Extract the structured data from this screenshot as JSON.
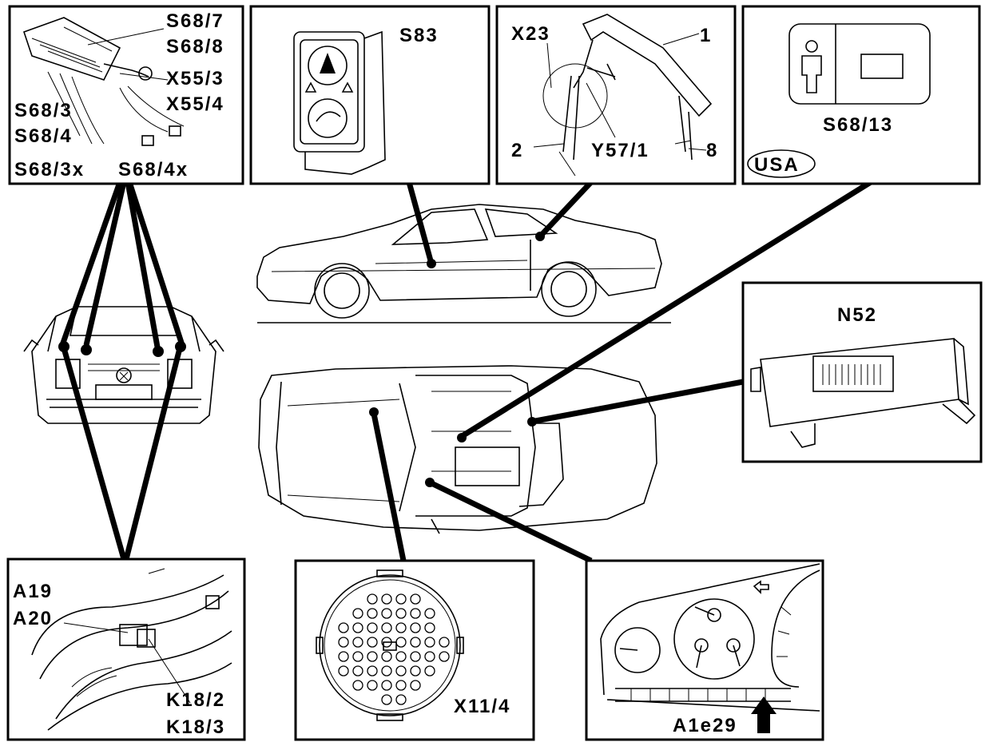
{
  "labels": {
    "s68_7": "S68/7",
    "s68_8": "S68/8",
    "x55_3": "X55/3",
    "x55_4": "X55/4",
    "s68_3": "S68/3",
    "s68_4": "S68/4",
    "s68_3x": "S68/3x",
    "s68_4x": "S68/4x",
    "s83": "S83",
    "x23": "X23",
    "callout_1": "1",
    "callout_2": "2",
    "y57_1": "Y57/1",
    "callout_8": "8",
    "s68_13": "S68/13",
    "usa": "USA",
    "n52": "N52",
    "a19": "A19",
    "a20": "A20",
    "k18_2": "K18/2",
    "k18_3": "K18/3",
    "x11_4": "X11/4",
    "a1e29": "A1e29"
  },
  "icons": [
    "seat-belt-switch-icon",
    "window-switch-icon",
    "roll-bar-icon",
    "occupant-sensor-icon",
    "control-module-icon",
    "relay-icon",
    "connector-icon",
    "instrument-cluster-icon",
    "up-arrow-icon"
  ]
}
